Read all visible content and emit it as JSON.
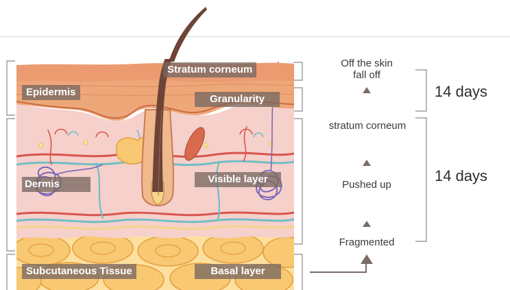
{
  "diagram": {
    "layer_labels": {
      "stratum_corneum": "Stratum corneum",
      "epidermis": "Epidermis",
      "granularity": "Granularity",
      "dermis": "Dermis",
      "visible_layer": "Visible layer",
      "subcutaneous": "Subcutaneous Tissue",
      "basal_layer": "Basal layer"
    },
    "cycle": {
      "top_line1": "Off the skin",
      "top_line2": "fall off",
      "stratum_corneum": "stratum corneum",
      "pushed_up": "Pushed up",
      "fragmented": "Fragmented",
      "duration_top": "14 days",
      "duration_bottom": "14 days"
    },
    "colors": {
      "epidermis": "#eea779",
      "dermis": "#f6d0cb",
      "subcutaneous": "#fde0a0",
      "fat_cell": "#f8c873",
      "label_bg": "#7b6b65",
      "arrow": "#7b6b65"
    }
  }
}
